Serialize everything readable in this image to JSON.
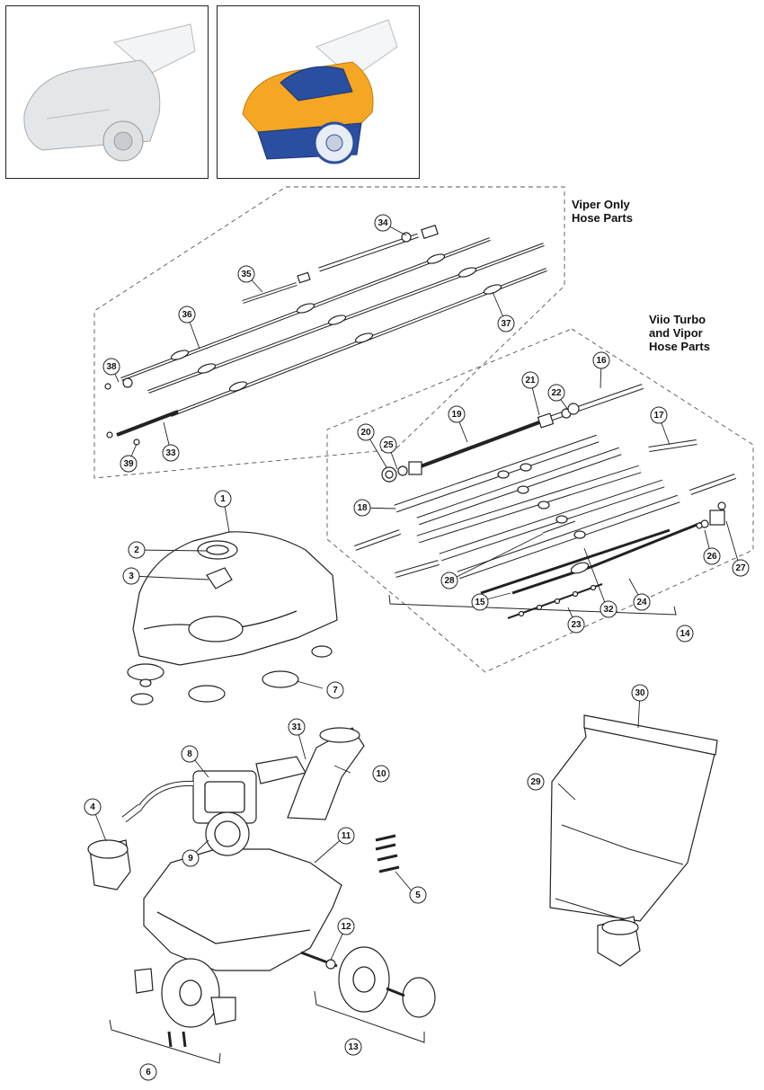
{
  "group_titles": {
    "viper": [
      "Viper Only",
      "Hose Parts"
    ],
    "viio": [
      "Viio Turbo",
      "and Vipor",
      "Hose Parts"
    ]
  },
  "callouts": [
    "1",
    "2",
    "3",
    "4",
    "5",
    "6",
    "7",
    "8",
    "9",
    "10",
    "11",
    "12",
    "13",
    "14",
    "15",
    "16",
    "17",
    "18",
    "19",
    "20",
    "21",
    "22",
    "23",
    "24",
    "25",
    "26",
    "27",
    "28",
    "29",
    "30",
    "31",
    "32",
    "33",
    "34",
    "35",
    "36",
    "37",
    "38",
    "39"
  ],
  "colors": {
    "line": "#222222",
    "white_cleaner": "#e9ecef",
    "yellow_cleaner": "#f5a623",
    "blue_cleaner": "#2a4fa0"
  }
}
